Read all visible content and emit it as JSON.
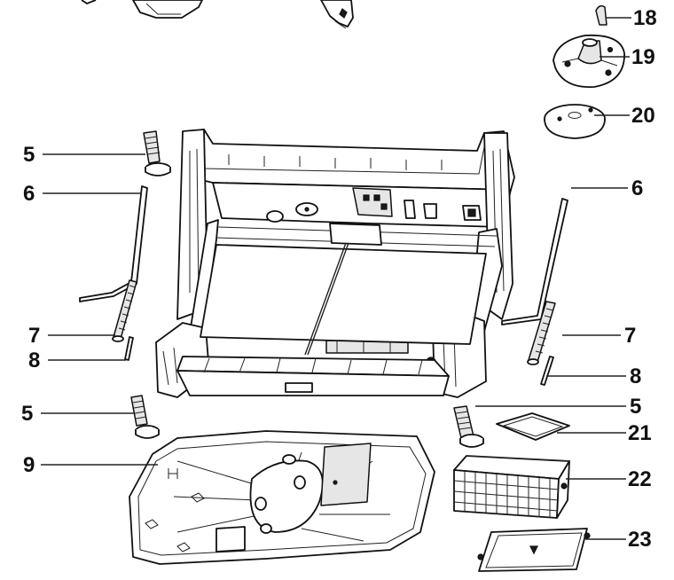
{
  "diagram": {
    "callouts": [
      {
        "id": "c18",
        "label": "18"
      },
      {
        "id": "c19",
        "label": "19"
      },
      {
        "id": "c20",
        "label": "20"
      },
      {
        "id": "c5a",
        "label": "5"
      },
      {
        "id": "c6a",
        "label": "6"
      },
      {
        "id": "c6b",
        "label": "6"
      },
      {
        "id": "c7a",
        "label": "7"
      },
      {
        "id": "c7b",
        "label": "7"
      },
      {
        "id": "c8a",
        "label": "8"
      },
      {
        "id": "c8b",
        "label": "8"
      },
      {
        "id": "c5b",
        "label": "5"
      },
      {
        "id": "c5c",
        "label": "5"
      },
      {
        "id": "c9",
        "label": "9"
      },
      {
        "id": "c21",
        "label": "21"
      },
      {
        "id": "c22",
        "label": "22"
      },
      {
        "id": "c23",
        "label": "23"
      }
    ]
  }
}
